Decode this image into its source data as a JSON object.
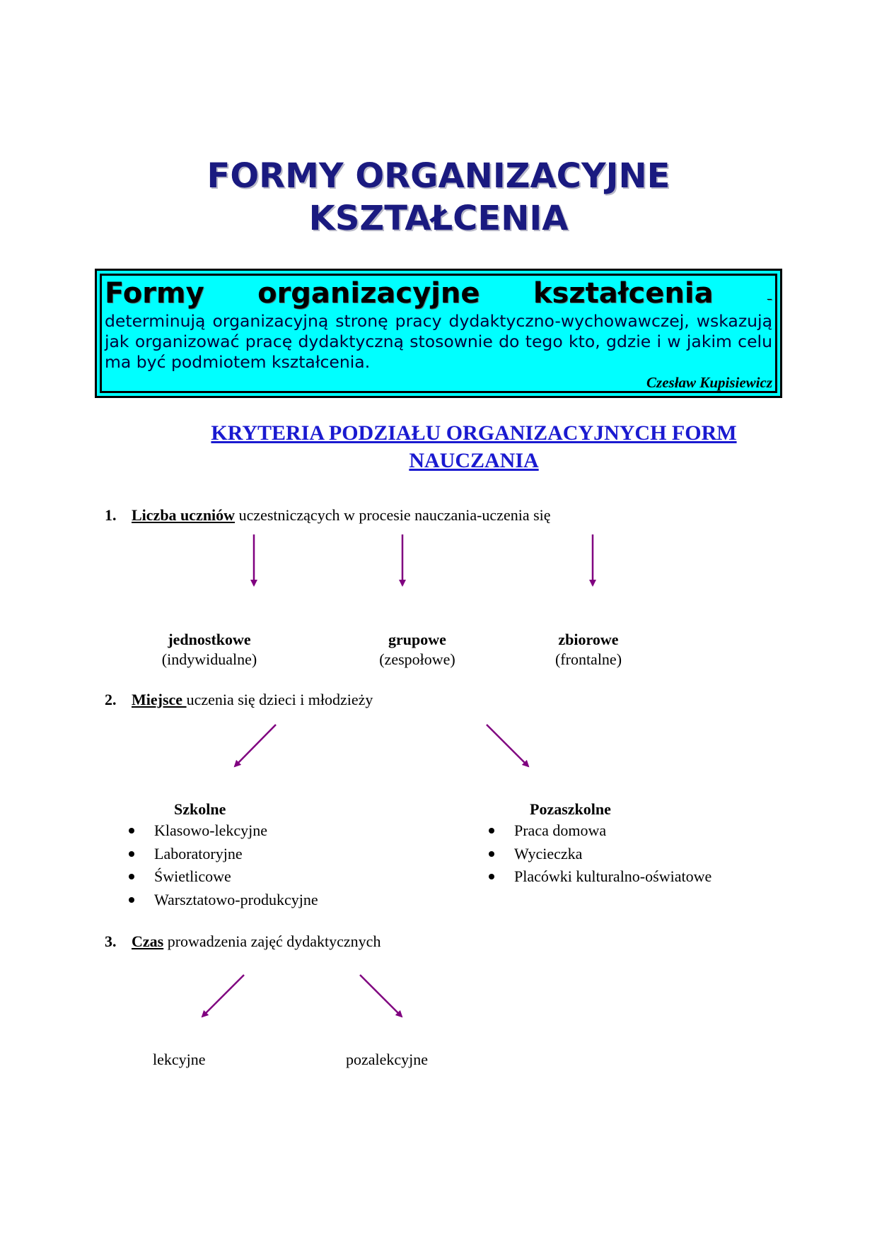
{
  "doc": {
    "title_line1": "FORMY ORGANIZACYJNE",
    "title_line2": "KSZTAŁCENIA",
    "definition": {
      "head_words": [
        "Formy",
        "organizacyjne",
        "kształcenia"
      ],
      "dash": "–",
      "body": "determinują organizacyjną stronę pracy dydaktyczno-wychowawczej, wskazują jak organizować pracę dydaktyczną stosownie do tego kto, gdzie i w jakim celu ma być podmiotem kształcenia.",
      "author": "Czesław Kupisiewicz"
    },
    "subtitle_line1": "KRYTERIA PODZIAŁU ORGANIZACYJNYCH FORM",
    "subtitle_line2": "NAUCZANIA",
    "criteria": [
      {
        "num": "1.",
        "key": "Liczba uczniów",
        "rest": " uczestniczących w procesie nauczania-uczenia się",
        "outcomes": [
          {
            "name": "jednostkowe",
            "sub": "(indywidualne)"
          },
          {
            "name": "grupowe",
            "sub": "(zespołowe)"
          },
          {
            "name": "zbiorowe",
            "sub": "(frontalne)"
          }
        ]
      },
      {
        "num": "2.",
        "key": "Miejsce ",
        "rest": "uczenia się dzieci i młodzieży",
        "groups": [
          {
            "heading": "Szkolne",
            "items": [
              "Klasowo-lekcyjne",
              "Laboratoryjne",
              "Świetlicowe",
              "Warsztatowo-produkcyjne"
            ]
          },
          {
            "heading": "Pozaszkolne",
            "items": [
              "Praca domowa",
              "Wycieczka",
              "Placówki kulturalno-oświatowe"
            ]
          }
        ]
      },
      {
        "num": "3.",
        "key": "Czas",
        "rest": " prowadzenia zajęć dydaktycznych",
        "outcomes": [
          {
            "name": "lekcyjne"
          },
          {
            "name": "pozalekcyjne"
          }
        ]
      }
    ],
    "colors": {
      "title": "#1a1a80",
      "box": "#00ffff",
      "subtitle": "#1a1ad0",
      "arrow": "#800080"
    }
  }
}
